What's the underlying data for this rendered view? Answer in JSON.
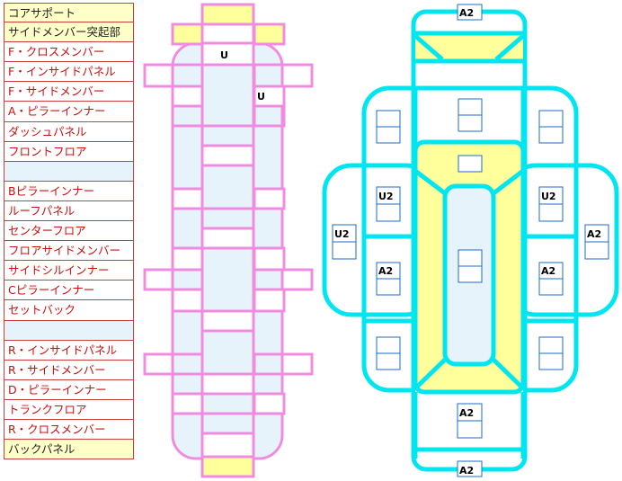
{
  "legend": [
    {
      "label": "コアサポート",
      "highlight": "yellow"
    },
    {
      "label": "サイドメンバー突起部",
      "highlight": "yellow"
    },
    {
      "label": "F・クロスメンバー",
      "highlight": "none"
    },
    {
      "label": "F・インサイドパネル",
      "highlight": "none"
    },
    {
      "label": "F・サイドメンバー",
      "highlight": "none"
    },
    {
      "label": "A・ピラーインナー",
      "highlight": "none"
    },
    {
      "label": "ダッシュパネル",
      "highlight": "none"
    },
    {
      "label": "フロントフロア",
      "highlight": "none"
    },
    {
      "label": "",
      "highlight": "blue"
    },
    {
      "label": "Bピラーインナー",
      "highlight": "none"
    },
    {
      "label": "ルーフパネル",
      "highlight": "none"
    },
    {
      "label": "センターフロア",
      "highlight": "none"
    },
    {
      "label": "フロアサイドメンバー",
      "highlight": "none"
    },
    {
      "label": "サイドシルインナー",
      "highlight": "none"
    },
    {
      "label": "Cピラーインナー",
      "highlight": "none"
    },
    {
      "label": "セットバック",
      "highlight": "none"
    },
    {
      "label": "",
      "highlight": "blue"
    },
    {
      "label": "R・インサイドパネル",
      "highlight": "none"
    },
    {
      "label": "R・サイドメンバー",
      "highlight": "none"
    },
    {
      "label": "D・ピラーインナー",
      "highlight": "none"
    },
    {
      "label": "トランクフロア",
      "highlight": "none"
    },
    {
      "label": "R・クロスメンバー",
      "highlight": "none"
    },
    {
      "label": "バックパネル",
      "highlight": "yellow"
    }
  ],
  "left_diagram": {
    "labels": {
      "front_cross": "U",
      "front_side": "U"
    },
    "colors": {
      "outline": "#f08ce0",
      "fill": "#e6f3fb",
      "accent": "#ffff9c"
    }
  },
  "right_diagram": {
    "labels": {
      "top": "A2",
      "bottom": "A2",
      "trunk": "A2",
      "left_upper": "U2",
      "right_upper": "U2",
      "left_outer": "U2",
      "right_outer": "A2",
      "left_lower": "A2",
      "right_lower": "A2"
    },
    "colors": {
      "outline": "#00e6f0",
      "accent": "#ffff9c",
      "box": "#1e6ec8"
    }
  }
}
